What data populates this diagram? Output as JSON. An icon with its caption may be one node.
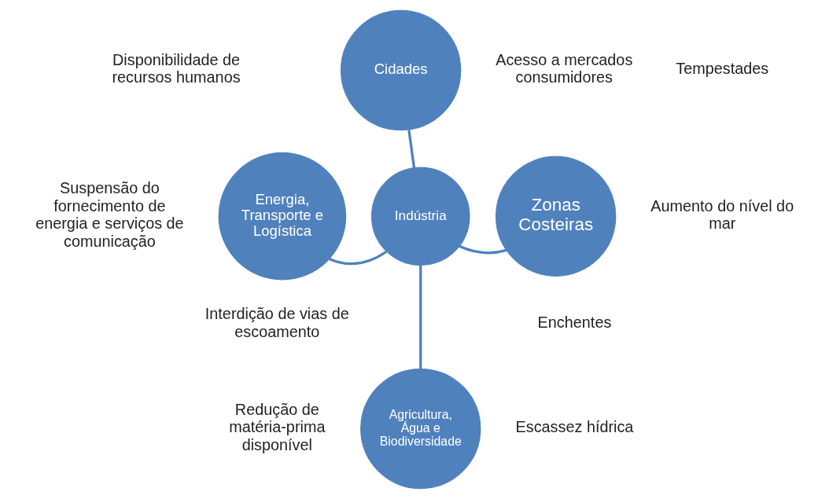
{
  "diagram": {
    "nodes": [
      {
        "text": [
          "Indústria"
        ]
      },
      {
        "text": [
          "Cidades"
        ]
      },
      {
        "text": [
          "Energia, Transporte e Logística"
        ]
      },
      {
        "text": [
          "Zonas Costeiras"
        ]
      },
      {
        "text": [
          "Agricultura, Água e Biodiversidade"
        ]
      }
    ],
    "edges": [
      {
        "from": 1,
        "to": 0,
        "arrow": "none"
      },
      {
        "from": 2,
        "to": 0,
        "arrow": "none"
      },
      {
        "from": 0,
        "to": 3,
        "arrow": "none"
      },
      {
        "from": 0,
        "to": 4,
        "arrow": "none"
      }
    ],
    "labels": [
      "Acesso a mercados consumidores",
      "Disponibilidade de recursos humanos",
      "Tempestades",
      "Suspensão do fornecimento de energia e serviços de comunicação",
      "Aumento do nível do mar",
      "Interdição de vias de escoamento",
      "Enchentes",
      "Redução de matéria-prima disponível",
      "Escassez hídrica"
    ]
  }
}
